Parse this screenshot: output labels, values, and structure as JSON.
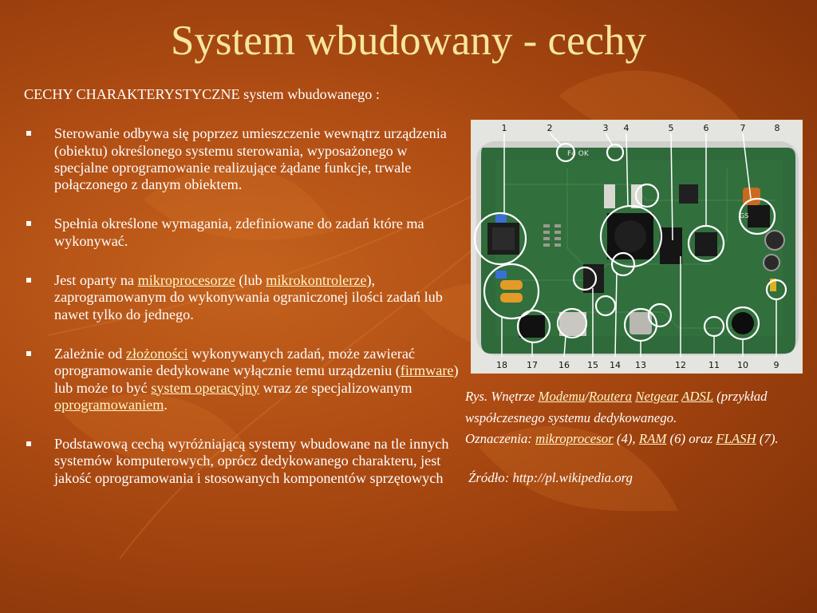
{
  "slide": {
    "title": "System wbudowany - cechy",
    "intro": "CECHY CHARAKTERYSTYCZNE  system wbudowanego :",
    "bullets": {
      "b1": {
        "text": "Sterowanie  odbywa się poprzez umieszczenie wewnątrz urządzenia (obiektu) określonego systemu sterowania, wyposażonego w specjalne oprogramowanie realizujące żądane funkcje,  trwale połączonego z danym obiektem."
      },
      "b2": {
        "text": "Spełnia określone wymagania, zdefiniowane do zadań które ma wykonywać."
      },
      "b3": {
        "t1": "Jest oparty na ",
        "l1": "mikroprocesorze",
        "t2": " (lub ",
        "l2": "mikrokontrolerze",
        "t3": "), zaprogramowanym do wykonywania ograniczonej ilości zadań lub nawet tylko do jednego."
      },
      "b4": {
        "t1": "Zależnie od ",
        "l1": "złożoności",
        "t2": " wykonywanych zadań, może zawierać oprogramowanie dedykowane wyłącznie temu urządzeniu (",
        "l2": "firmware",
        "t3": ") lub może to być ",
        "l3": "system operacyjny",
        "t4": " wraz ze specjalizowanym ",
        "l4": "oprogramowaniem",
        "t5": "."
      },
      "b5": {
        "text": "Podstawową cechą wyróżniającą systemy wbudowane na tle innych systemów komputerowych, oprócz dedykowanego charakteru, jest jakość oprogramowania i stosowanych  komponentów sprzętowych"
      }
    }
  },
  "figure": {
    "numbers_top": [
      "1",
      "2",
      "3",
      "4",
      "5",
      "6",
      "7",
      "8"
    ],
    "numbers_bottom": [
      "18",
      "17",
      "16",
      "15",
      "14",
      "13",
      "12",
      "11",
      "10",
      "9"
    ],
    "chip_marks": [
      "F4 OK",
      "GS"
    ],
    "caption": {
      "t1": "Rys. Wnętrze ",
      "l1": "Modemu",
      "t2": "/",
      "l2": "Routera",
      "t3": " ",
      "l3": "Netgear",
      "t4": " ",
      "l4": "ADSL",
      "t5": " (przykład współczesnego systemu dedykowanego.",
      "t6": "Oznaczenia: ",
      "l5": "mikroprocesor",
      "t7": " (4), ",
      "l6": "RAM",
      "t8": " (6) oraz ",
      "l7": "FLASH",
      "t9": " (7).",
      "source": "Źródło: http://pl.wikipedia.org"
    }
  }
}
